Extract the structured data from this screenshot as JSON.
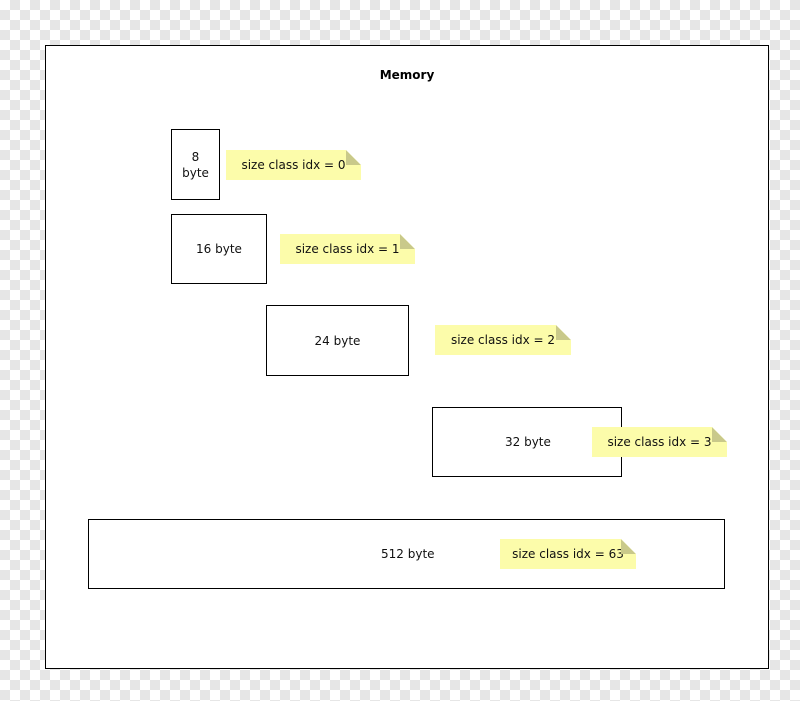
{
  "diagram": {
    "title": "Memory",
    "blocks": [
      {
        "line1": "8",
        "line2": "byte",
        "note": "size class idx = 0"
      },
      {
        "label": "16 byte",
        "note": "size class idx = 1"
      },
      {
        "label": "24 byte",
        "note": "size class idx = 2"
      },
      {
        "label": "32 byte",
        "note": "size class idx = 3"
      },
      {
        "label": "512 byte",
        "note": "size class idx = 63"
      }
    ],
    "colors": {
      "note_fill": "#fcfcaa",
      "note_fold": "#c9c98a",
      "border": "#000000"
    }
  }
}
